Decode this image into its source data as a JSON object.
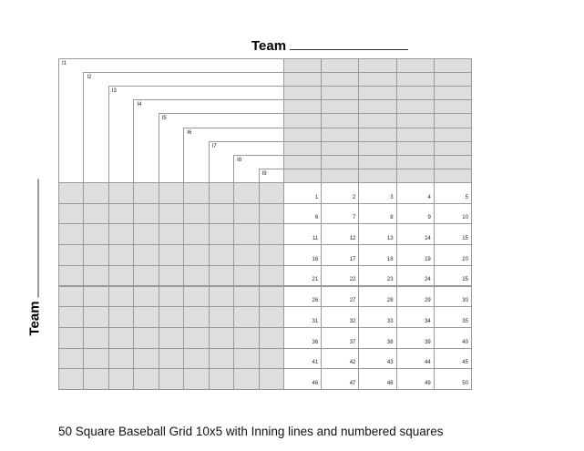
{
  "header": {
    "team_label": "Team"
  },
  "side": {
    "team_label": "Team"
  },
  "caption": "50 Square Baseball Grid 10x5 with Inning lines and numbered squares",
  "innings": [
    "I1",
    "I2",
    "I3",
    "I4",
    "I5",
    "I6",
    "I7",
    "I8",
    "I9"
  ],
  "squares": [
    1,
    2,
    3,
    4,
    5,
    6,
    7,
    8,
    9,
    10,
    11,
    12,
    13,
    14,
    15,
    16,
    17,
    18,
    19,
    20,
    21,
    22,
    23,
    24,
    25,
    26,
    27,
    28,
    29,
    30,
    31,
    32,
    33,
    34,
    35,
    36,
    37,
    38,
    39,
    40,
    41,
    42,
    43,
    44,
    45,
    46,
    47,
    48,
    49,
    50
  ],
  "colors": {
    "shaded": "#dedede",
    "grid_line": "#999999",
    "background": "#ffffff"
  }
}
